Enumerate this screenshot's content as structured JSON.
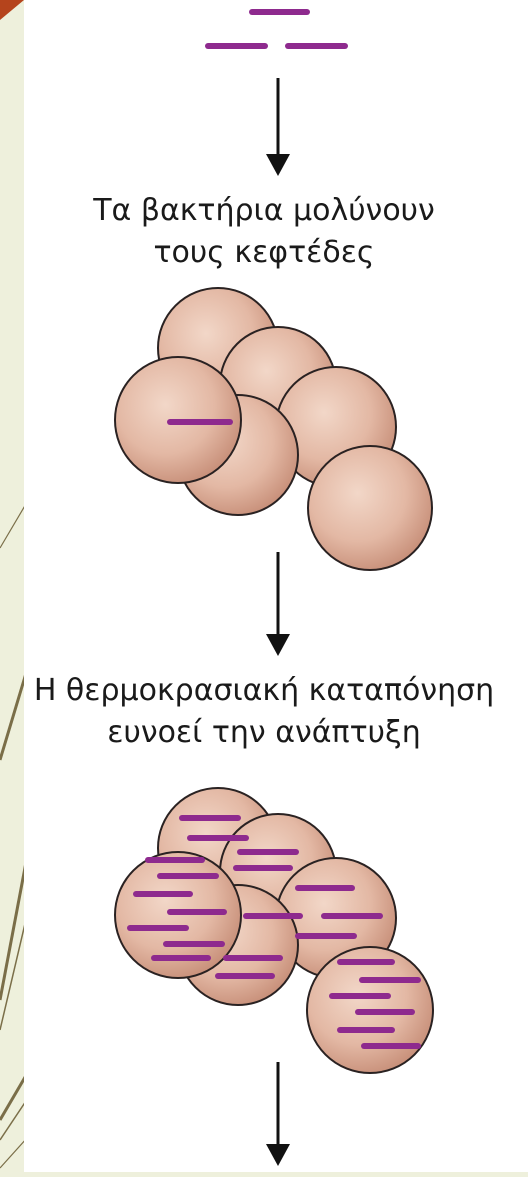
{
  "diagram": {
    "steps": [
      {
        "caption_line1": "Τα βακτήρια μολύνουν",
        "caption_line2": "τους κεφτέδες"
      },
      {
        "caption_line1": "Η θερμοκρασιακή καταπόνηση",
        "caption_line2": "ευνοεί την ανάπτυξη"
      }
    ]
  },
  "colors": {
    "bacteria": "#8e2a8e",
    "meatball_fill": "#e3b8a4",
    "meatball_stroke": "#2a2222",
    "arrow": "#111111",
    "page_background": "#eef0dc",
    "slide_panel": "#ffffff",
    "accent_corner": "#b5441c",
    "decorative_lines": "#7a6e48"
  }
}
